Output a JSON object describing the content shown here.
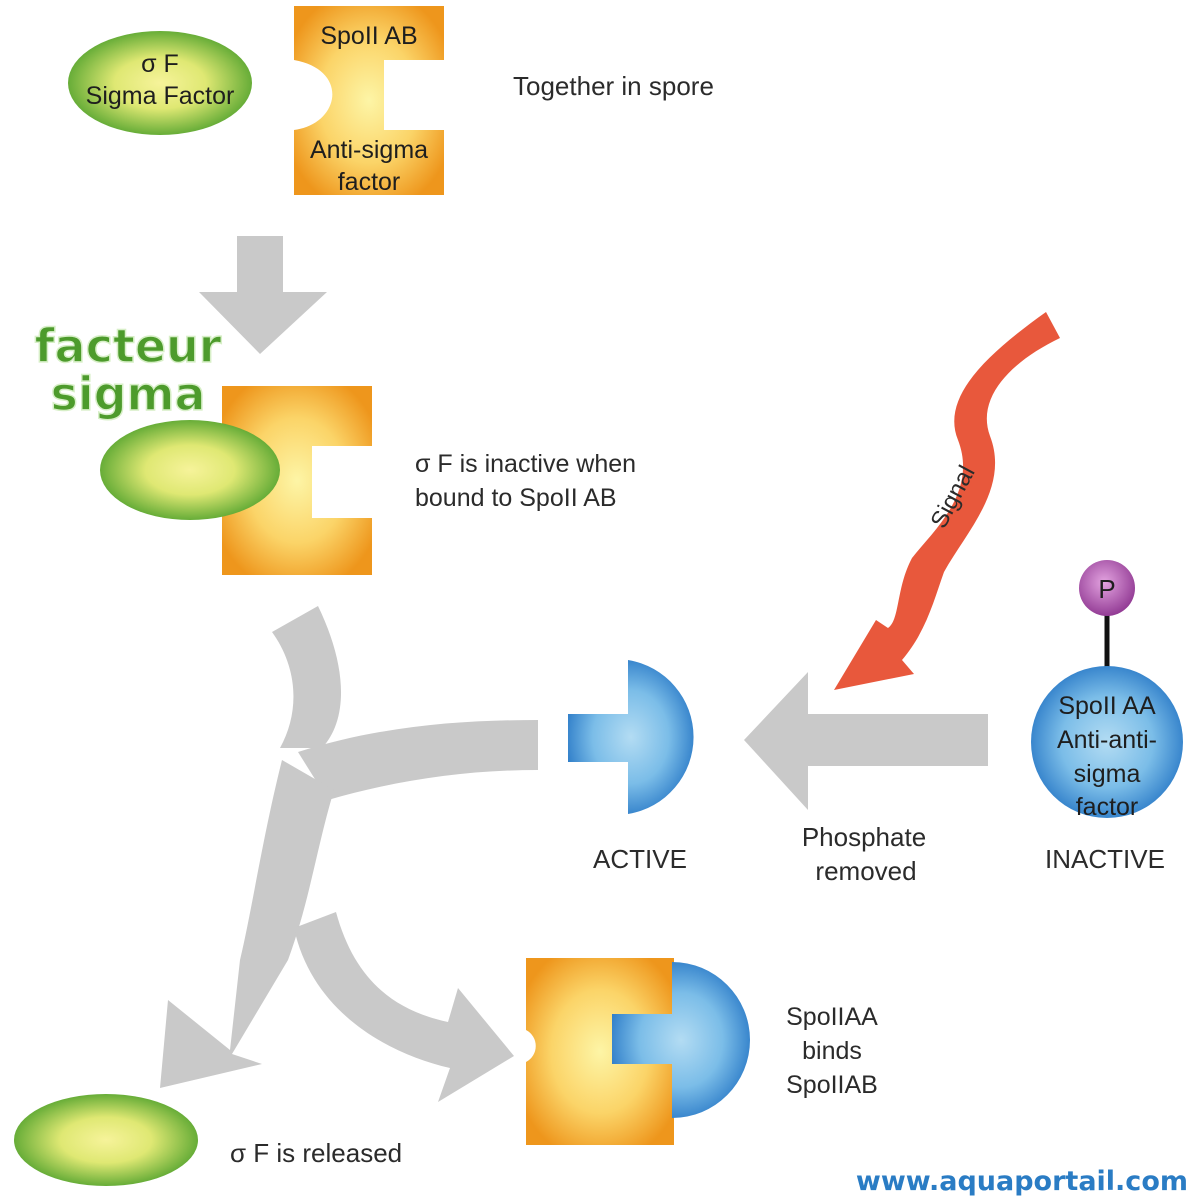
{
  "colors": {
    "arrow_gray": "#c8c8c8",
    "signal_red": "#e95a3e",
    "orange_edge": "#ef9a1f",
    "orange_center": "#fdf19a",
    "green_edge": "#5ca82e",
    "green_center": "#f2ef7f",
    "blue_edge": "#2f86cf",
    "blue_center": "#a6d4f0",
    "phosphate_purple": "#a54aa6",
    "brand_green": "#4a9a2a",
    "watermark_blue": "#2a7cc4"
  },
  "top": {
    "sigma_label_1": "σ F",
    "sigma_label_2": "Sigma Factor",
    "spoiiab_label": "SpoII AB",
    "anti_label_1": "Anti-sigma",
    "anti_label_2": "factor",
    "together": "Together in spore"
  },
  "facteur": {
    "line1": "facteur",
    "line2": "sigma"
  },
  "inactive_caption": {
    "line1": "σ F is inactive when",
    "line2": "bound to SpoII AB"
  },
  "signal": {
    "label": "Signal"
  },
  "phosphate": {
    "label": "P"
  },
  "spoiiaa": {
    "line1": "SpoII AA",
    "line2": "Anti-anti-",
    "line3": "sigma",
    "line4": "factor"
  },
  "states": {
    "active": "ACTIVE",
    "inactive": "INACTIVE",
    "phos_line1": "Phosphate",
    "phos_line2": "removed"
  },
  "binds_caption": {
    "line1": "SpoIIAA",
    "line2": "binds",
    "line3": "SpoIIAB"
  },
  "released": "σ F is released",
  "watermark": "www.aquaportail.com"
}
